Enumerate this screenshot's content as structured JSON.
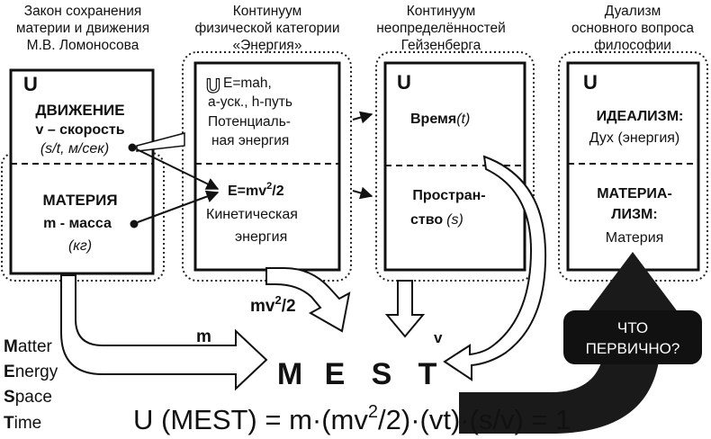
{
  "headers": {
    "lomonosov": [
      "Закон сохранения",
      "материи и движения",
      "М.В. Ломоносова"
    ],
    "energy": [
      "Континуум",
      "физической категории",
      "«Энергия»"
    ],
    "heisenberg": [
      "Континуум",
      "неопределённостей",
      "Гейзенберга"
    ],
    "dualism": [
      "Дуализм",
      "основного вопроса",
      "философии"
    ]
  },
  "box1": {
    "u": "U",
    "top_line1": "ДВИЖЕНИЕ",
    "top_line2": "v – скорость",
    "top_line3": "(s/t, м/сек)",
    "bottom_line1": "МАТЕРИЯ",
    "bottom_line2": "m - масса",
    "bottom_line3": "(кг)"
  },
  "box2": {
    "u": "U",
    "top_line1": "E=mah,",
    "top_line2": "а-уск., h-путь",
    "top_line3": "Потенциаль-",
    "top_line4": "ная энергия",
    "bottom_formula": "E=mv",
    "bottom_formula_sup": "2",
    "bottom_formula_tail": "/2",
    "bottom_line2": "Кинетическая",
    "bottom_line3": "энергия"
  },
  "box3": {
    "u": "U",
    "top_label": "Время",
    "top_unit": "(t)",
    "bottom_line1": "Простран-",
    "bottom_line2_a": "ство",
    "bottom_line2_b": "(s)"
  },
  "box4": {
    "u": "U",
    "top_line1": "ИДЕАЛИЗМ:",
    "top_line2": "Дух (энергия)",
    "bottom_line1": "МАТЕРИА-",
    "bottom_line2": "ЛИЗМ:",
    "bottom_line3": "Материя"
  },
  "mv2_label": {
    "a": "mv",
    "sup": "2",
    "b": "/2"
  },
  "m_label": "m",
  "v_label": "v",
  "mest": [
    "M",
    "E",
    "S",
    "T"
  ],
  "acronym": [
    {
      "first": "M",
      "rest": "atter"
    },
    {
      "first": "E",
      "rest": "nergy"
    },
    {
      "first": "S",
      "rest": "pace"
    },
    {
      "first": "T",
      "rest": "ime"
    }
  ],
  "formula": {
    "p1": "U (MEST) = m·(mv",
    "sup1": "2",
    "p2": "/2)·(vt)·(s/v) = 1"
  },
  "question": [
    "ЧТО",
    "ПЕРВИЧНО?"
  ]
}
